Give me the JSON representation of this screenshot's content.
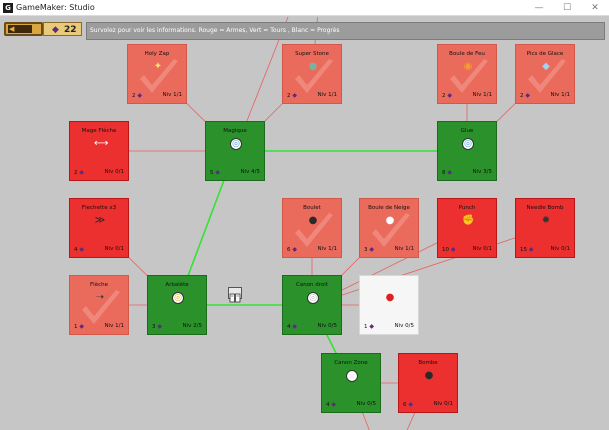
{
  "window": {
    "title": "GameMaker: Studio",
    "app_icon_glyph": "G",
    "minimize_glyph": "—",
    "maximize_glyph": "☐",
    "close_glyph": "✕"
  },
  "hud": {
    "back_icon": "arrow-left-icon",
    "gem_icon": "gem-icon",
    "gem_count": "22",
    "info": "Survolez pour voir les informations. Rouge = Armes, Vert = Tours , Blanc = Progrès"
  },
  "colors": {
    "weapon_red": "#ec2f2f",
    "purchased_red": "#ea6a5c",
    "tower_green": "#2b912b",
    "progress_white": "#f6f6f6",
    "link_green": "#34e234",
    "link_red": "#e86060"
  },
  "nodes": [
    {
      "id": "holy-zap",
      "name": "Holy Zap",
      "icon": "holy-zap-icon",
      "cost": "2",
      "level": "Niv 1/1",
      "type": "purchased"
    },
    {
      "id": "super-stone",
      "name": "Super Stone",
      "icon": "stone-icon",
      "cost": "2",
      "level": "Niv 1/1",
      "type": "purchased"
    },
    {
      "id": "boule-de-feu",
      "name": "Boule de Feu",
      "icon": "fireball-icon",
      "cost": "2",
      "level": "Niv 1/1",
      "type": "purchased"
    },
    {
      "id": "pics-de-glace",
      "name": "Pics de Glace",
      "icon": "ice-spike-icon",
      "cost": "2",
      "level": "Niv 1/1",
      "type": "purchased"
    },
    {
      "id": "mage-fleche",
      "name": "Mage Flèche",
      "icon": "magic-arrow-icon",
      "cost": "2",
      "level": "Niv 0/1",
      "type": "weapon"
    },
    {
      "id": "magique",
      "name": "Magique",
      "icon": "magic-tower-icon",
      "cost": "5",
      "level": "Niv 4/5",
      "type": "tower"
    },
    {
      "id": "glue",
      "name": "Glue",
      "icon": "glue-tower-icon",
      "cost": "8",
      "level": "Niv 3/5",
      "type": "tower"
    },
    {
      "id": "flechette-x3",
      "name": "Flechette x3",
      "icon": "triple-dart-icon",
      "cost": "4",
      "level": "Niv 0/1",
      "type": "weapon"
    },
    {
      "id": "boulet",
      "name": "Boulet",
      "icon": "cannonball-icon",
      "cost": "6",
      "level": "Niv 1/1",
      "type": "purchased"
    },
    {
      "id": "boule-de-neige",
      "name": "Boule de Neige",
      "icon": "snowball-icon",
      "cost": "3",
      "level": "Niv 1/1",
      "type": "purchased"
    },
    {
      "id": "punch",
      "name": "Punch",
      "icon": "punch-icon",
      "cost": "10",
      "level": "Niv 0/1",
      "type": "weapon"
    },
    {
      "id": "needle-bomb",
      "name": "Needle Bomb",
      "icon": "needle-bomb-icon",
      "cost": "15",
      "level": "Niv 0/1",
      "type": "weapon"
    },
    {
      "id": "fleche",
      "name": "Flèche",
      "icon": "arrow-icon",
      "cost": "1",
      "level": "Niv 1/1",
      "type": "purchased"
    },
    {
      "id": "arbalete",
      "name": "Arbalète",
      "icon": "crossbow-tower-icon",
      "cost": "3",
      "level": "Niv 2/5",
      "type": "tower"
    },
    {
      "id": "canon-droit",
      "name": "Canon droit",
      "icon": "cannon-tower-icon",
      "cost": "4",
      "level": "Niv 0/5",
      "type": "tower"
    },
    {
      "id": "progres",
      "name": "",
      "icon": "tomato-icon",
      "cost": "1",
      "level": "Niv 0/5",
      "type": "progress"
    },
    {
      "id": "canon-zone",
      "name": "Canon Zone",
      "icon": "area-cannon-icon",
      "cost": "4",
      "level": "Niv 0/5",
      "type": "tower"
    },
    {
      "id": "bombe",
      "name": "Bombe",
      "icon": "bomb-icon",
      "cost": "6",
      "level": "Niv 0/1",
      "type": "weapon"
    }
  ],
  "hub": {
    "icon": "book-icon"
  }
}
